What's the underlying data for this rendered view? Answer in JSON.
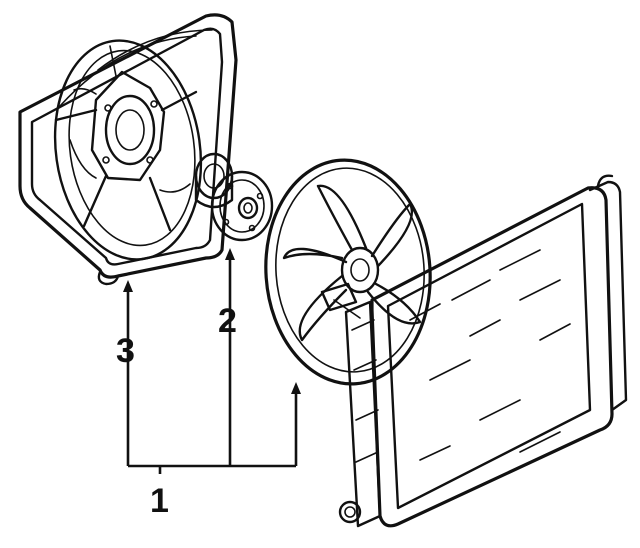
{
  "callouts": {
    "one": "1",
    "two": "2",
    "three": "3"
  },
  "colors": {
    "ink": "#111111",
    "background": "#ffffff"
  }
}
